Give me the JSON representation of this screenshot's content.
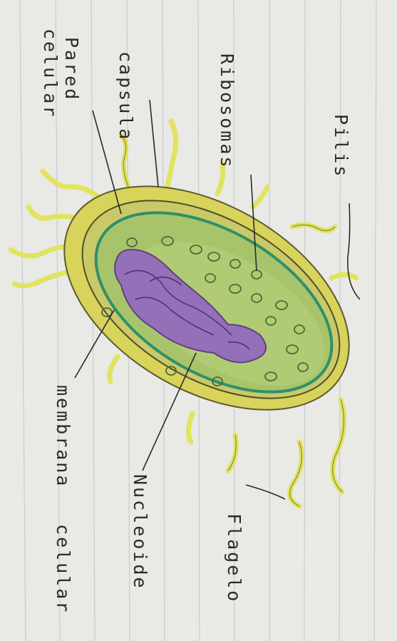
{
  "title": "",
  "labels": {
    "pilis": "Pilis",
    "ribosomas": "Ribosomas",
    "capsula": "capsula",
    "pared_line1": "Pared",
    "pared_line2": "celular",
    "flagelo": "Flagelo",
    "nucleoide": "Nucleoide",
    "membrana_line1": "membrana",
    "membrana_line2": "celular"
  },
  "colors": {
    "paper": "#e9e9e6",
    "notebook_lines": "#c8cccf",
    "capsule": "#d8d35a",
    "cell_wall": "#c9c968",
    "cytoplasm": "#a8c46a",
    "membrane": "#2f8f6b",
    "nucleoid": "#9470b8",
    "pili": "#e2e35e",
    "ink": "#2a2a2a"
  }
}
